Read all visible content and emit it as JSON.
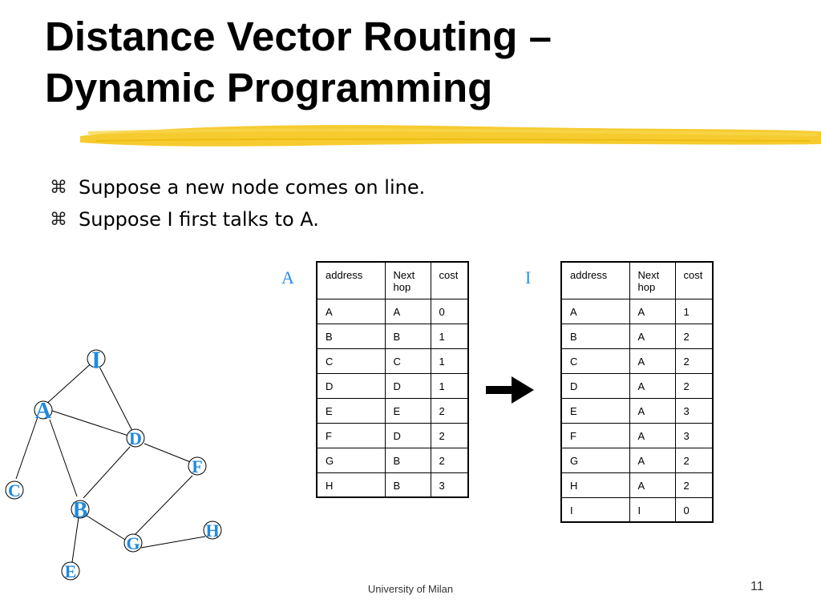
{
  "slide": {
    "title_line1": "Distance Vector Routing –",
    "title_line2": "Dynamic Programming",
    "bullets": [
      "Suppose a new node comes on line.",
      "Suppose I first talks to A."
    ],
    "bullet_icon": "⌘",
    "footer": "University of Milan",
    "page_number": "11",
    "accent_color": "#f5c518",
    "node_label_color": "#1e8ae0"
  },
  "graph": {
    "nodes": [
      "I",
      "A",
      "D",
      "F",
      "C",
      "B",
      "H",
      "G",
      "E"
    ],
    "edges": [
      [
        "I",
        "A"
      ],
      [
        "I",
        "D"
      ],
      [
        "A",
        "D"
      ],
      [
        "A",
        "C"
      ],
      [
        "A",
        "B"
      ],
      [
        "D",
        "B"
      ],
      [
        "D",
        "F"
      ],
      [
        "F",
        "G"
      ],
      [
        "B",
        "G"
      ],
      [
        "B",
        "E"
      ],
      [
        "G",
        "H"
      ]
    ]
  },
  "tables": {
    "left": {
      "label": "A",
      "headers": [
        "address",
        "Next hop",
        "cost"
      ],
      "rows": [
        [
          "A",
          "A",
          "0"
        ],
        [
          "B",
          "B",
          "1"
        ],
        [
          "C",
          "C",
          "1"
        ],
        [
          "D",
          "D",
          "1"
        ],
        [
          "E",
          "E",
          "2"
        ],
        [
          "F",
          "D",
          "2"
        ],
        [
          "G",
          "B",
          "2"
        ],
        [
          "H",
          "B",
          "3"
        ]
      ]
    },
    "right": {
      "label": "I",
      "headers": [
        "address",
        "Next hop",
        "cost"
      ],
      "rows": [
        [
          "A",
          "A",
          "1"
        ],
        [
          "B",
          "A",
          "2"
        ],
        [
          "C",
          "A",
          "2"
        ],
        [
          "D",
          "A",
          "2"
        ],
        [
          "E",
          "A",
          "3"
        ],
        [
          "F",
          "A",
          "3"
        ],
        [
          "G",
          "A",
          "2"
        ],
        [
          "H",
          "A",
          "2"
        ],
        [
          "I",
          "I",
          "0"
        ]
      ]
    }
  },
  "arrow_icon": "right-arrow-icon"
}
